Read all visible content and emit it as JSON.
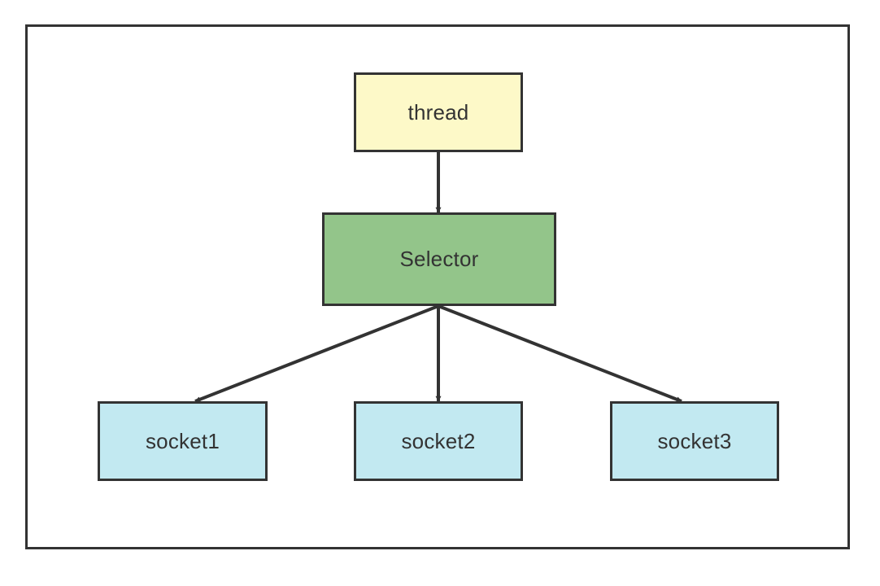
{
  "diagram": {
    "nodes": {
      "thread": {
        "label": "thread",
        "fill": "#fdf9c8"
      },
      "selector": {
        "label": "Selector",
        "fill": "#93c58a"
      },
      "socket1": {
        "label": "socket1",
        "fill": "#c2e9f1"
      },
      "socket2": {
        "label": "socket2",
        "fill": "#c2e9f1"
      },
      "socket3": {
        "label": "socket3",
        "fill": "#c2e9f1"
      }
    },
    "edges": [
      {
        "from": "thread",
        "to": "selector"
      },
      {
        "from": "selector",
        "to": "socket1"
      },
      {
        "from": "selector",
        "to": "socket2"
      },
      {
        "from": "selector",
        "to": "socket3"
      }
    ],
    "colors": {
      "stroke": "#333333",
      "frame": "#333333",
      "background": "#ffffff"
    }
  }
}
